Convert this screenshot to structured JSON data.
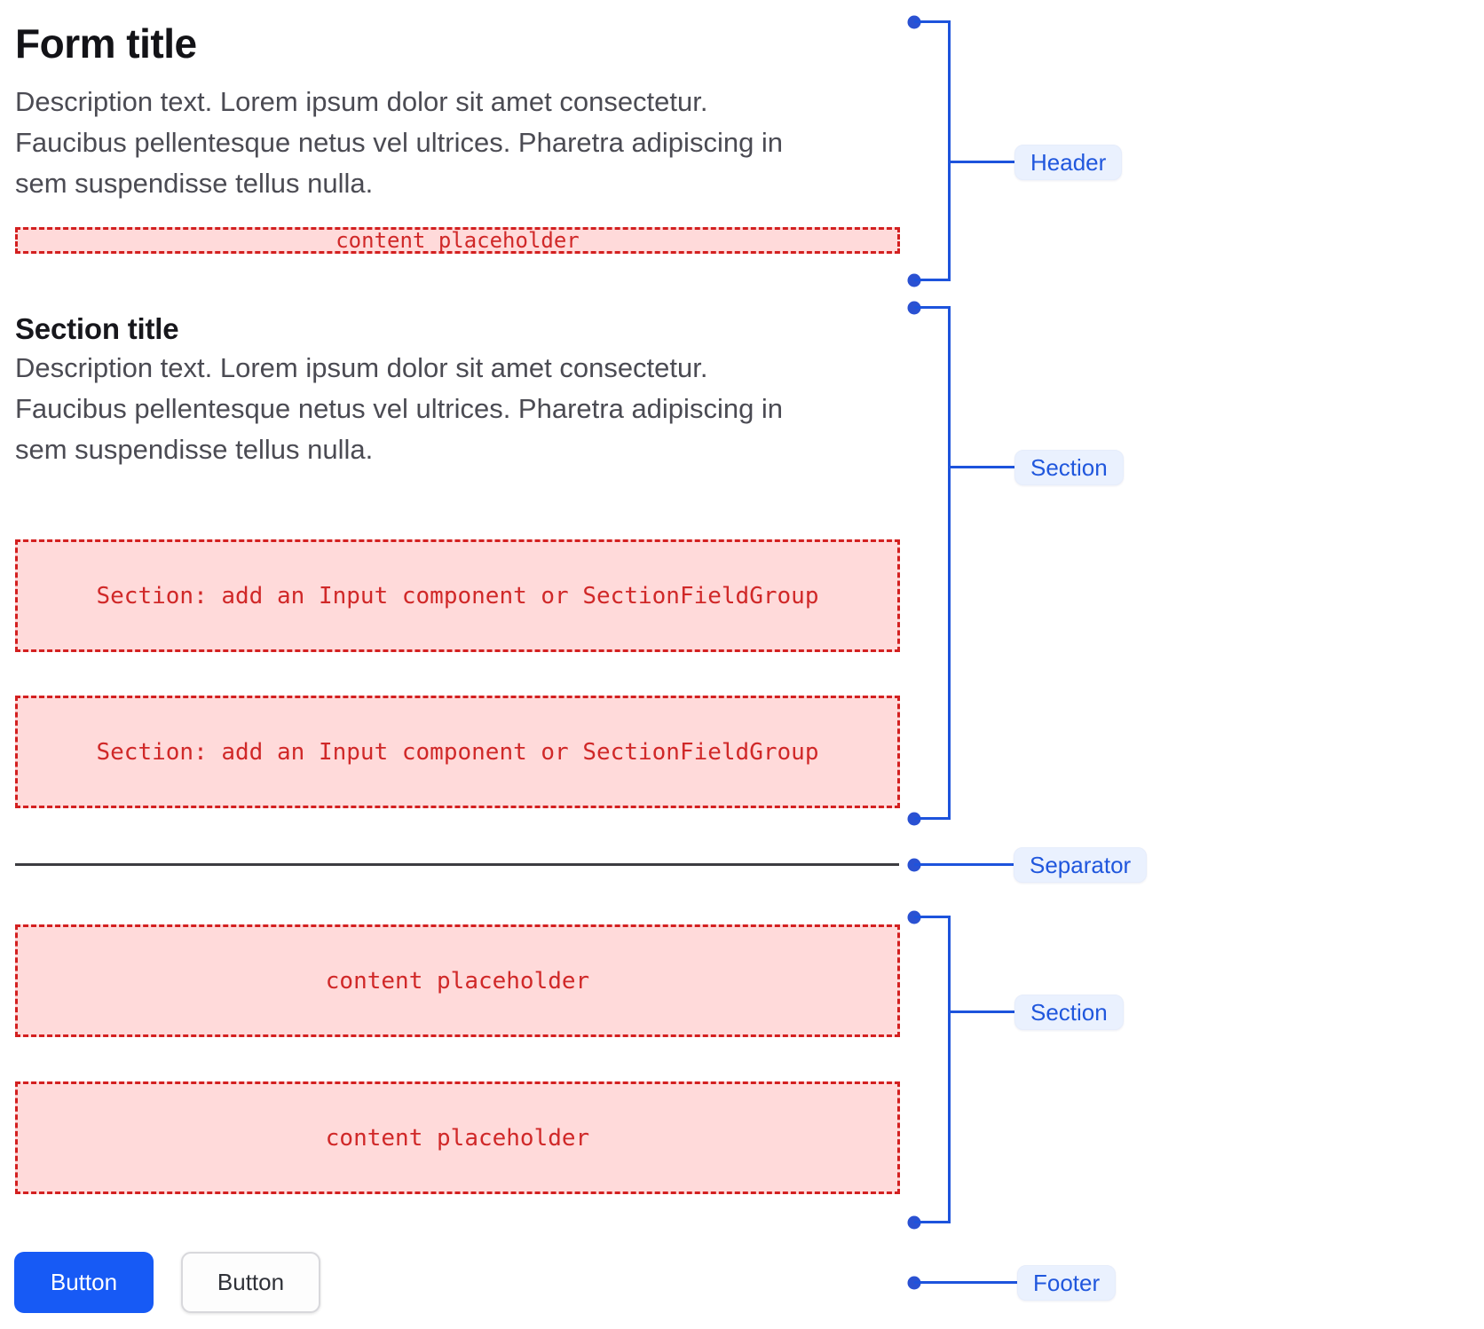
{
  "form": {
    "title": "Form title",
    "description_lines": [
      "Description text. Lorem ipsum dolor sit amet consectetur.",
      "Faucibus pellentesque netus vel ultrices. Pharetra adipiscing in",
      "sem suspendisse tellus nulla."
    ],
    "header_placeholder": "content placeholder",
    "section": {
      "title": "Section title",
      "description_lines": [
        "Description text. Lorem ipsum dolor sit amet consectetur.",
        "Faucibus pellentesque netus vel ultrices. Pharetra adipiscing in",
        "sem suspendisse tellus nulla."
      ],
      "field_placeholders": [
        "Section: add an Input component or SectionFieldGroup",
        "Section: add an Input component or SectionFieldGroup"
      ]
    },
    "section2": {
      "content_placeholders": [
        "content placeholder",
        "content placeholder"
      ]
    },
    "footer": {
      "primary_button": "Button",
      "secondary_button": "Button"
    }
  },
  "annotations": {
    "header": "Header",
    "section1": "Section",
    "separator": "Separator",
    "section2": "Section",
    "footer": "Footer"
  },
  "colors": {
    "annotation_line_blue": "#1d53dc",
    "annotation_dot_blue": "#2a51d2",
    "annotation_pill_bg": "#eaf1fe",
    "annotation_pill_text": "#2057dd",
    "placeholder_bg": "#ffdada",
    "placeholder_border": "#d32020",
    "placeholder_text": "#d02828",
    "primary_button_bg": "#175af5",
    "separator_line": "#3c3c41"
  }
}
